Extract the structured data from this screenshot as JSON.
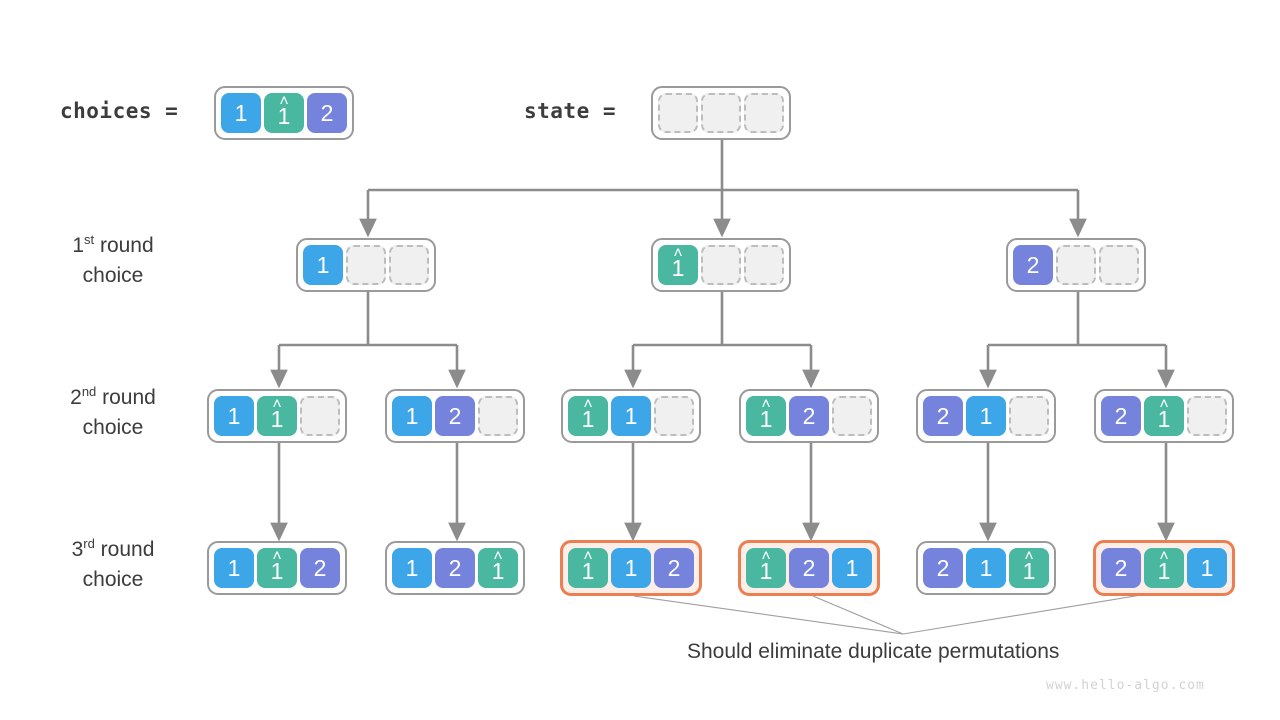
{
  "title": "Permutations backtracking tree with duplicate elements",
  "watermark": "www.hello-algo.com",
  "labels": {
    "choices": "choices =",
    "state": "state =",
    "round1_ordinal": "1",
    "round1_sup": "st",
    "round2_ordinal": "2",
    "round2_sup": "nd",
    "round3_ordinal": "3",
    "round3_sup": "rd",
    "round_word": " round",
    "choice_word": "choice",
    "caption": "Should eliminate duplicate permutations"
  },
  "colors": {
    "blue": "#3ca6e8",
    "green": "#4ab8a0",
    "purple": "#7583dd",
    "empty": "#f0f0f0",
    "border": "#9a9a9a",
    "highlight": "#ec7f52",
    "highlight_fill": "#fdeee8",
    "edge": "#8c8c8c",
    "text": "#3c3c3c",
    "watermark": "#d2d2d2"
  },
  "choices_array": {
    "cells": [
      {
        "value": "1",
        "color": "blue",
        "hat": false
      },
      {
        "value": "1",
        "color": "green",
        "hat": true
      },
      {
        "value": "2",
        "color": "purple",
        "hat": false
      }
    ]
  },
  "state_array": {
    "cells": [
      {
        "value": "",
        "color": "empty",
        "hat": false
      },
      {
        "value": "",
        "color": "empty",
        "hat": false
      },
      {
        "value": "",
        "color": "empty",
        "hat": false
      }
    ]
  },
  "round1": [
    {
      "id": "r1n1",
      "highlight": false,
      "cells": [
        {
          "value": "1",
          "color": "blue",
          "hat": false
        },
        {
          "value": "",
          "color": "empty",
          "hat": false
        },
        {
          "value": "",
          "color": "empty",
          "hat": false
        }
      ]
    },
    {
      "id": "r1n2",
      "highlight": false,
      "cells": [
        {
          "value": "1",
          "color": "green",
          "hat": true
        },
        {
          "value": "",
          "color": "empty",
          "hat": false
        },
        {
          "value": "",
          "color": "empty",
          "hat": false
        }
      ]
    },
    {
      "id": "r1n3",
      "highlight": false,
      "cells": [
        {
          "value": "2",
          "color": "purple",
          "hat": false
        },
        {
          "value": "",
          "color": "empty",
          "hat": false
        },
        {
          "value": "",
          "color": "empty",
          "hat": false
        }
      ]
    }
  ],
  "round2": [
    {
      "id": "r2n1",
      "highlight": false,
      "cells": [
        {
          "value": "1",
          "color": "blue",
          "hat": false
        },
        {
          "value": "1",
          "color": "green",
          "hat": true
        },
        {
          "value": "",
          "color": "empty",
          "hat": false
        }
      ]
    },
    {
      "id": "r2n2",
      "highlight": false,
      "cells": [
        {
          "value": "1",
          "color": "blue",
          "hat": false
        },
        {
          "value": "2",
          "color": "purple",
          "hat": false
        },
        {
          "value": "",
          "color": "empty",
          "hat": false
        }
      ]
    },
    {
      "id": "r2n3",
      "highlight": false,
      "cells": [
        {
          "value": "1",
          "color": "green",
          "hat": true
        },
        {
          "value": "1",
          "color": "blue",
          "hat": false
        },
        {
          "value": "",
          "color": "empty",
          "hat": false
        }
      ]
    },
    {
      "id": "r2n4",
      "highlight": false,
      "cells": [
        {
          "value": "1",
          "color": "green",
          "hat": true
        },
        {
          "value": "2",
          "color": "purple",
          "hat": false
        },
        {
          "value": "",
          "color": "empty",
          "hat": false
        }
      ]
    },
    {
      "id": "r2n5",
      "highlight": false,
      "cells": [
        {
          "value": "2",
          "color": "purple",
          "hat": false
        },
        {
          "value": "1",
          "color": "blue",
          "hat": false
        },
        {
          "value": "",
          "color": "empty",
          "hat": false
        }
      ]
    },
    {
      "id": "r2n6",
      "highlight": false,
      "cells": [
        {
          "value": "2",
          "color": "purple",
          "hat": false
        },
        {
          "value": "1",
          "color": "green",
          "hat": true
        },
        {
          "value": "",
          "color": "empty",
          "hat": false
        }
      ]
    }
  ],
  "round3": [
    {
      "id": "r3n1",
      "highlight": false,
      "cells": [
        {
          "value": "1",
          "color": "blue",
          "hat": false
        },
        {
          "value": "1",
          "color": "green",
          "hat": true
        },
        {
          "value": "2",
          "color": "purple",
          "hat": false
        }
      ]
    },
    {
      "id": "r3n2",
      "highlight": false,
      "cells": [
        {
          "value": "1",
          "color": "blue",
          "hat": false
        },
        {
          "value": "2",
          "color": "purple",
          "hat": false
        },
        {
          "value": "1",
          "color": "green",
          "hat": true
        }
      ]
    },
    {
      "id": "r3n3",
      "highlight": true,
      "cells": [
        {
          "value": "1",
          "color": "green",
          "hat": true
        },
        {
          "value": "1",
          "color": "blue",
          "hat": false
        },
        {
          "value": "2",
          "color": "purple",
          "hat": false
        }
      ]
    },
    {
      "id": "r3n4",
      "highlight": true,
      "cells": [
        {
          "value": "1",
          "color": "green",
          "hat": true
        },
        {
          "value": "2",
          "color": "purple",
          "hat": false
        },
        {
          "value": "1",
          "color": "blue",
          "hat": false
        }
      ]
    },
    {
      "id": "r3n5",
      "highlight": false,
      "cells": [
        {
          "value": "2",
          "color": "purple",
          "hat": false
        },
        {
          "value": "1",
          "color": "blue",
          "hat": false
        },
        {
          "value": "1",
          "color": "green",
          "hat": true
        }
      ]
    },
    {
      "id": "r3n6",
      "highlight": true,
      "cells": [
        {
          "value": "2",
          "color": "purple",
          "hat": false
        },
        {
          "value": "1",
          "color": "green",
          "hat": true
        },
        {
          "value": "1",
          "color": "blue",
          "hat": false
        }
      ]
    }
  ]
}
